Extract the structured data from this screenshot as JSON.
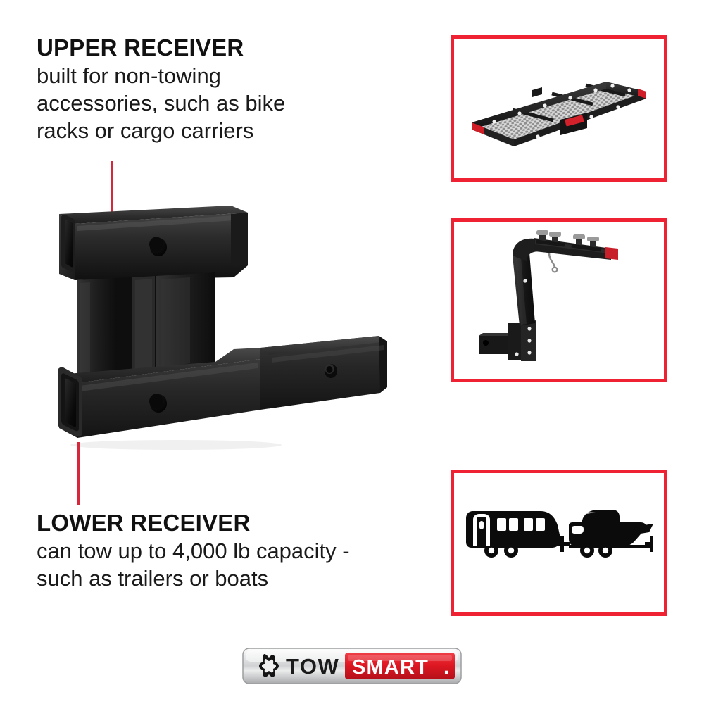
{
  "page": {
    "background_color": "#FFFFFF",
    "accent_red": "#EE2233",
    "pointer_red": "#D7273B",
    "text_color": "#111111"
  },
  "callouts": {
    "upper": {
      "title": "UPPER RECEIVER",
      "body_lines": [
        "built for non-towing",
        "accessories,  such as bike",
        "racks or cargo carriers"
      ]
    },
    "lower": {
      "title": "LOWER RECEIVER",
      "body_lines": [
        "can tow up to 4,000 lb capacity -",
        "such as trailers or boats"
      ]
    }
  },
  "product": {
    "name": "dual-receiver-hitch-adapter",
    "description": "Black dual receiver hitch adapter with upper and lower 2 inch square receiver tubes and an extended shank",
    "color": "#1C1C1C"
  },
  "panels": [
    {
      "id": "cargo-carrier",
      "art": "hitch-cargo-carrier-basket",
      "border_color": "#EE2233"
    },
    {
      "id": "bike-rack",
      "art": "hitch-mounted-bike-rack",
      "border_color": "#EE2233"
    },
    {
      "id": "towing",
      "art": "trailer-and-boat-silhouettes",
      "border_color": "#EE2233"
    }
  ],
  "logo": {
    "word_one": "TOW",
    "word_two": "SMART",
    "period": ".",
    "plate_color": "#D9DADC",
    "badge_red": "#E11B22",
    "word_one_color": "#1A1A1A",
    "word_two_color": "#FFFFFF"
  }
}
